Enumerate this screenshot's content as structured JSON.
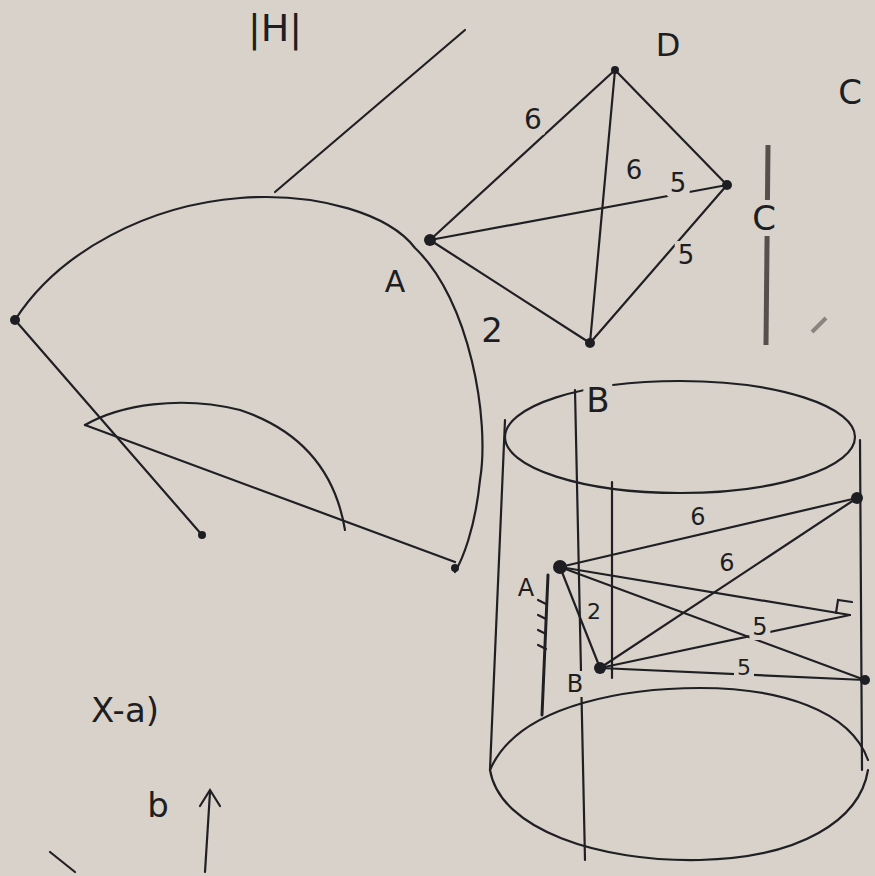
{
  "diagram": {
    "labels": [
      "|H|",
      "D",
      "C",
      "6",
      "6",
      "5",
      "C",
      "5",
      "A",
      "2",
      "B",
      "6",
      "6",
      "5",
      "5",
      "A",
      "2",
      "B",
      "X-a)",
      "b"
    ]
  }
}
